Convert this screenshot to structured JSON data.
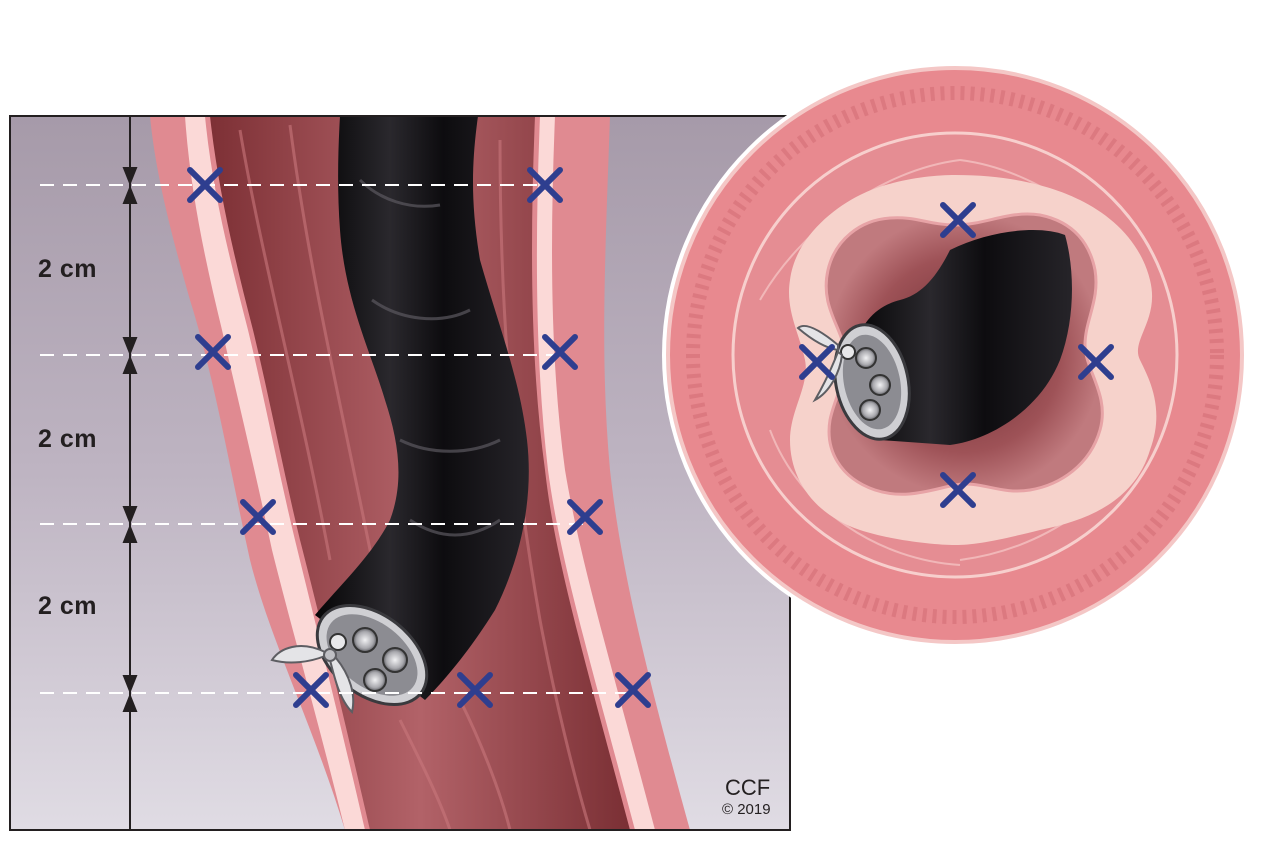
{
  "figure": {
    "spacing_labels": [
      "2 cm",
      "2 cm",
      "2 cm"
    ],
    "credit": {
      "org": "CCF",
      "year": "© 2019"
    },
    "colors": {
      "background_panel": "#b5aab8",
      "mucosa_wall": "#e38a91",
      "submucosa": "#f9d6d4",
      "lumen": "#9c4e52",
      "endoscope": "#141316",
      "biopsy_mark": "#2e3e8f"
    },
    "icons": [
      "biopsy-x-marker-icon",
      "endoscope-icon",
      "dimension-arrow-icon"
    ]
  }
}
